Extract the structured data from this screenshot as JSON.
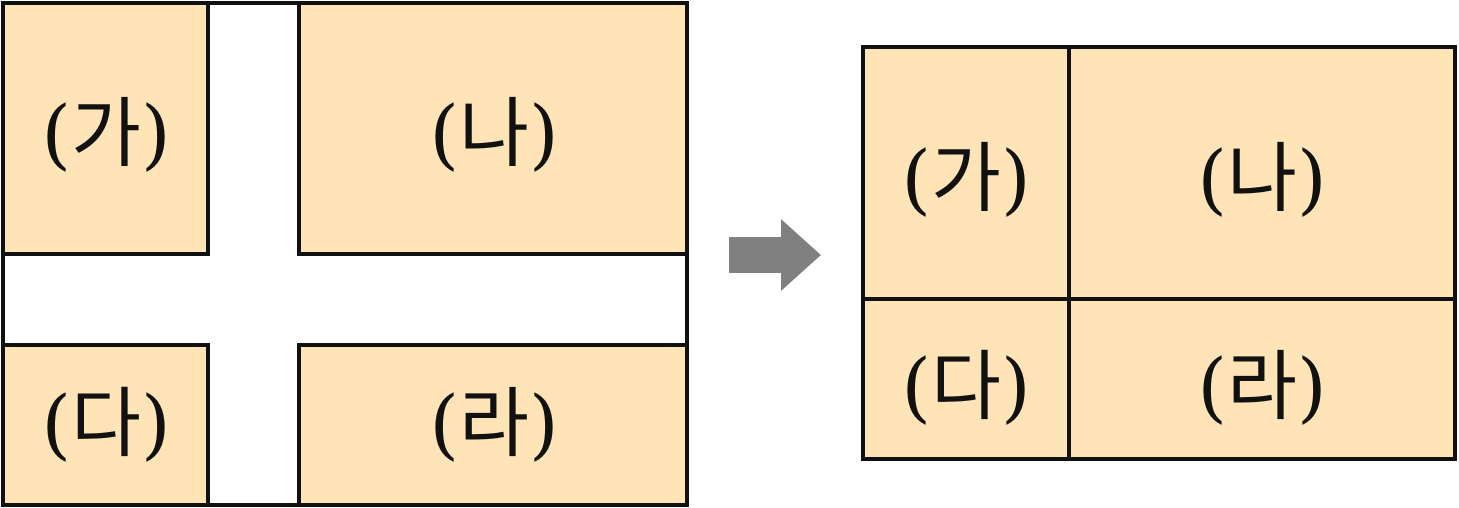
{
  "colors": {
    "region_fill": "#FFE4B8",
    "outline": "#111111",
    "arrow": "#808080",
    "background": "#FFFFFF"
  },
  "before": {
    "regions": [
      {
        "id": "ga",
        "label": "(가)"
      },
      {
        "id": "na",
        "label": "(나)"
      },
      {
        "id": "da",
        "label": "(다)"
      },
      {
        "id": "ra",
        "label": "(라)"
      }
    ]
  },
  "arrow": {
    "icon": "right-arrow-icon",
    "direction": "right"
  },
  "after": {
    "regions": [
      {
        "id": "ga",
        "label": "(가)"
      },
      {
        "id": "na",
        "label": "(나)"
      },
      {
        "id": "da",
        "label": "(다)"
      },
      {
        "id": "ra",
        "label": "(라)"
      }
    ]
  }
}
